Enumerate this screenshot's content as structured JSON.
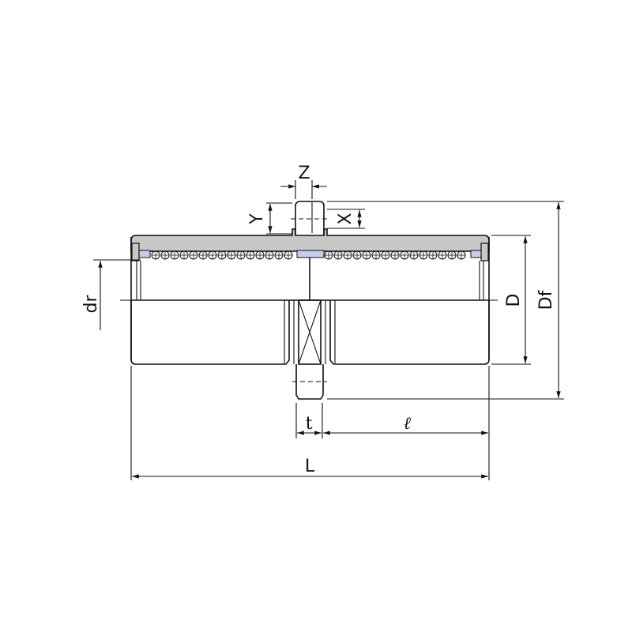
{
  "drawing": {
    "labels": {
      "z": "Z",
      "y": "Y",
      "x": "X",
      "dr": "dr",
      "d": "D",
      "df": "Df",
      "t": "t",
      "l_small": "ℓ",
      "l_total": "L"
    },
    "colors": {
      "shell": "#c8c8c8",
      "retainer": "#c6cde8",
      "line": "#111111"
    }
  }
}
